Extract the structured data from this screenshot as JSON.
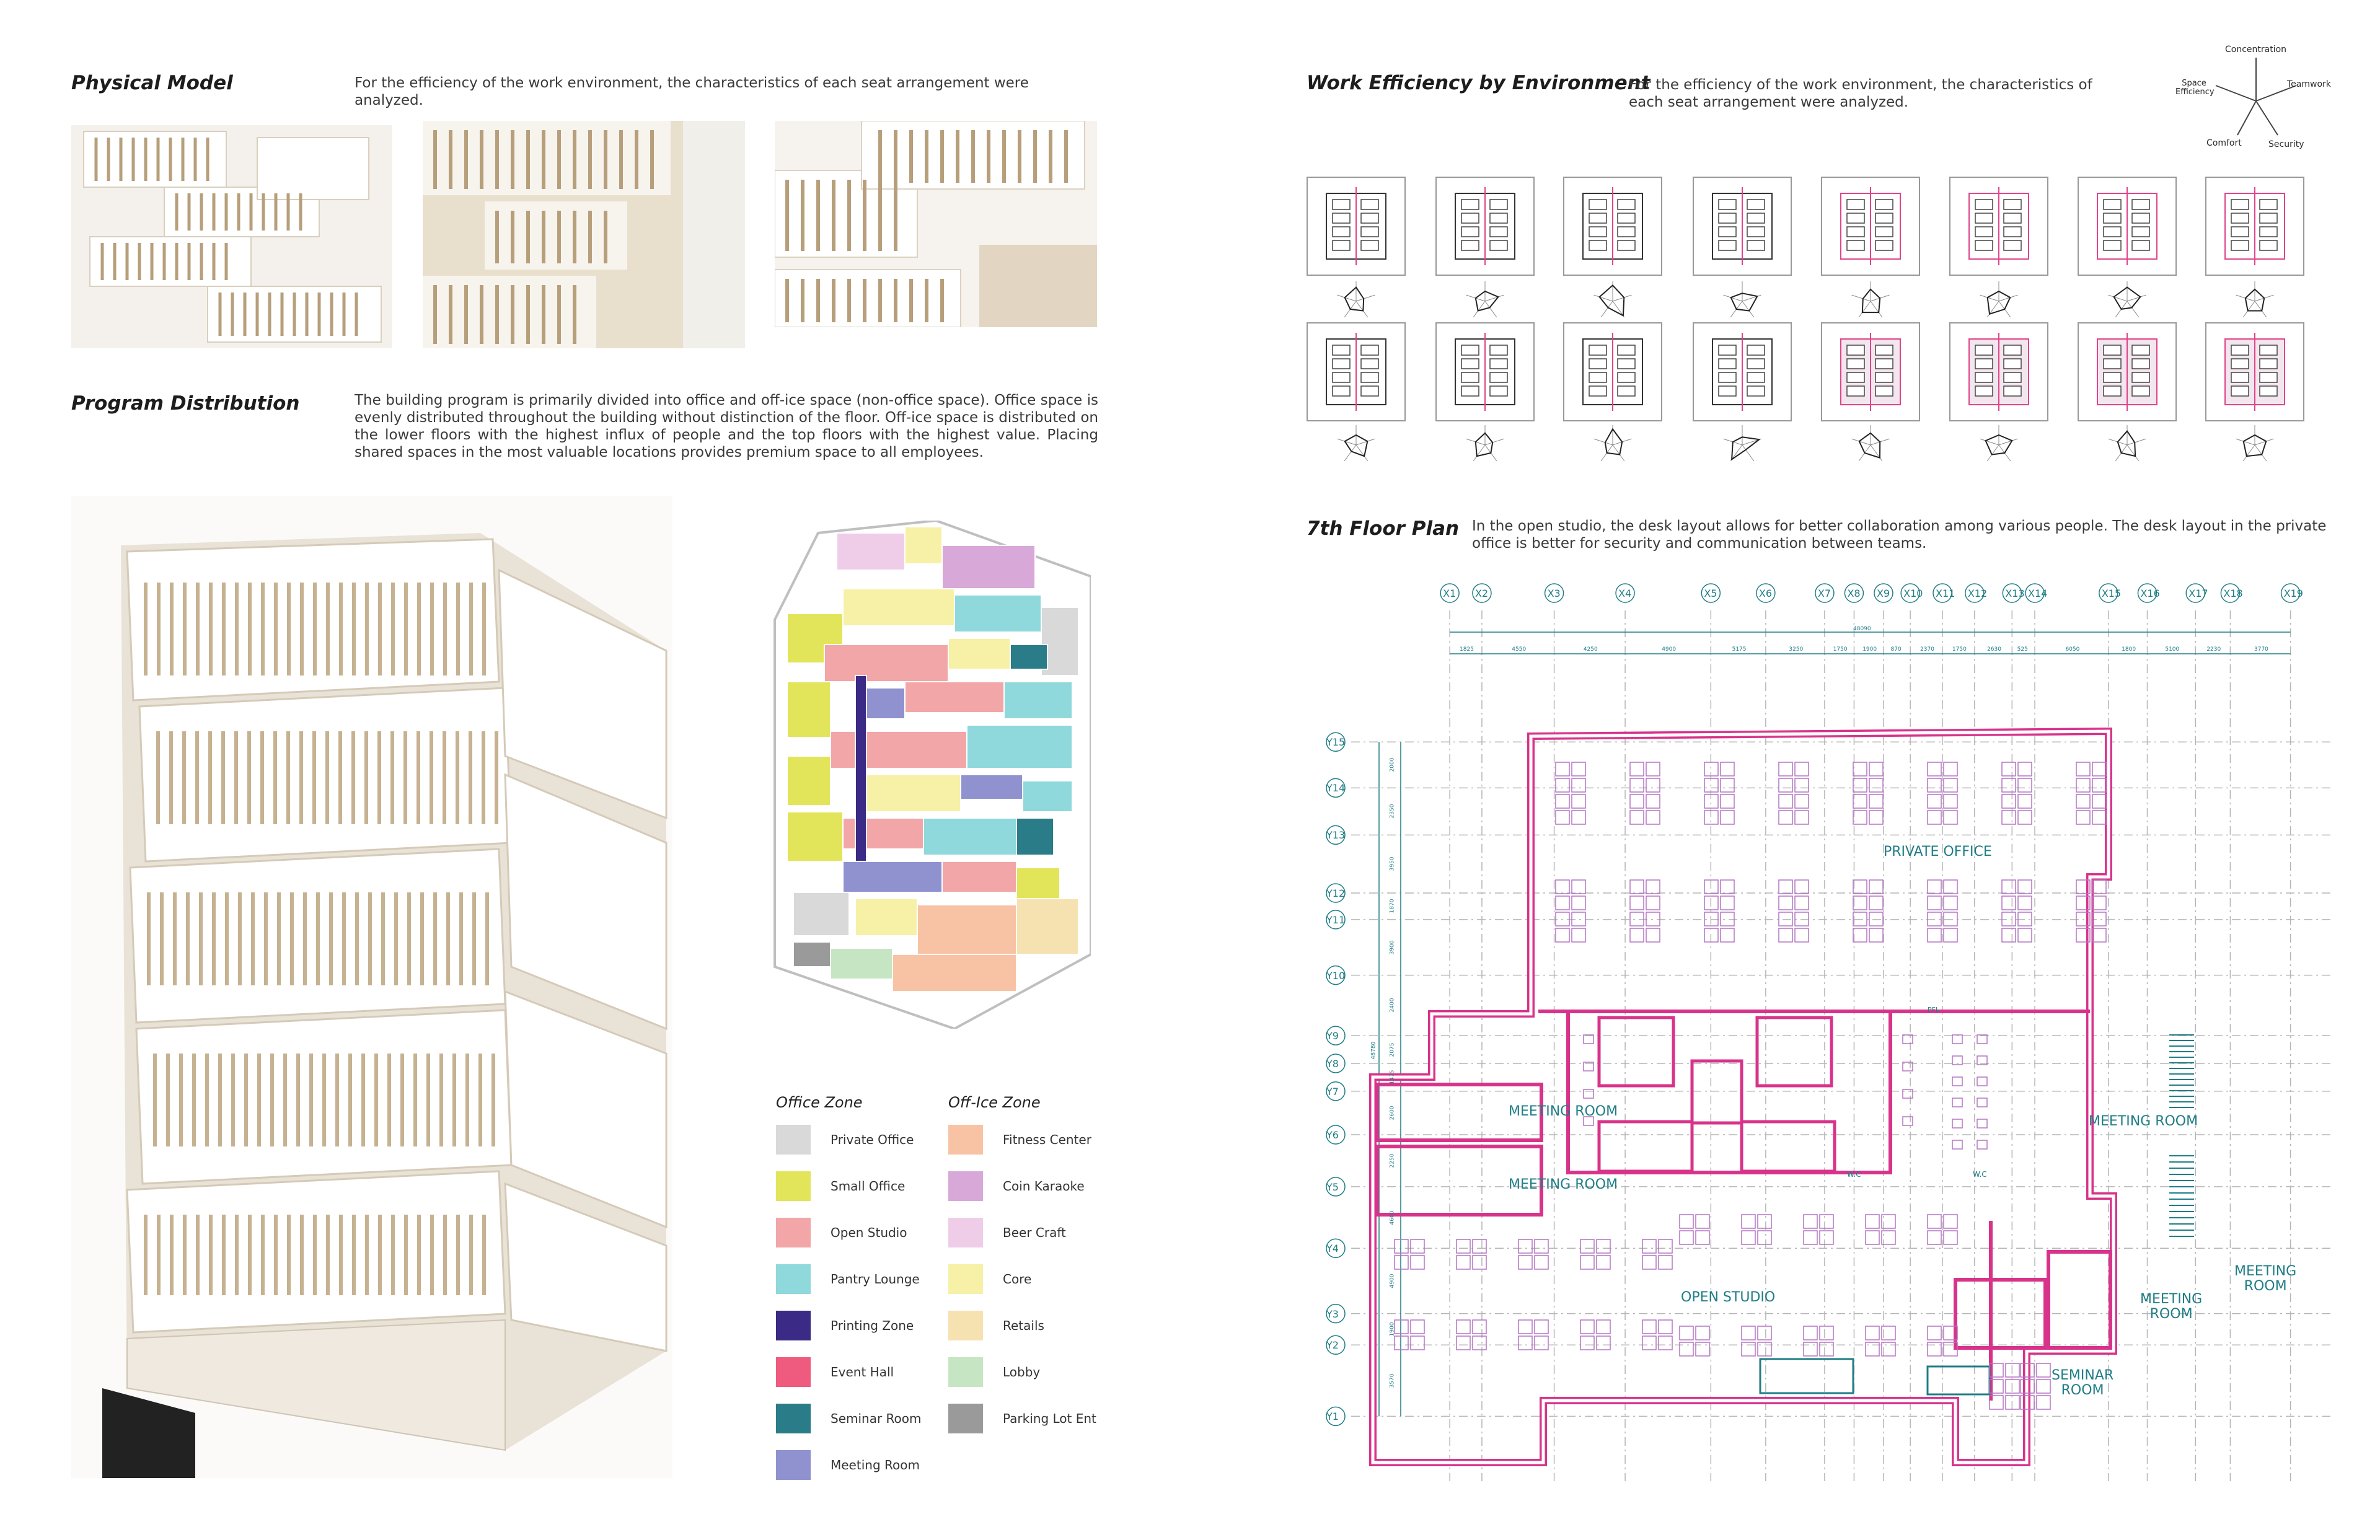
{
  "left": {
    "physical_model": {
      "title": "Physical Model",
      "text": "For the efficiency of the work environment, the characteristics of each seat arrangement were analyzed."
    },
    "program": {
      "title": "Program Distribution",
      "text": "The building program is primarily divided into office and off-ice space (non-office space). Office space is evenly distributed throughout the building without distinction of the floor. Off-ice space is distributed on the lower floors with the highest influx of people and the top floors with the highest value. Placing shared spaces in the most valuable locations provides premium space to all employees."
    },
    "legend": {
      "office_title": "Office Zone",
      "officeice_title": "Off-Ice Zone",
      "office": [
        {
          "label": "Private Office",
          "color": "#d9d9d9"
        },
        {
          "label": "Small Office",
          "color": "#e2e55a"
        },
        {
          "label": "Open Studio",
          "color": "#f2a6a8"
        },
        {
          "label": "Pantry Lounge",
          "color": "#8fd8dc"
        },
        {
          "label": "Printing Zone",
          "color": "#3b2b86"
        },
        {
          "label": "Event Hall",
          "color": "#ee5b7f"
        },
        {
          "label": "Seminar Room",
          "color": "#2a7d88"
        },
        {
          "label": "Meeting Room",
          "color": "#8f92cf"
        }
      ],
      "office_zone": [
        {
          "label": "Fitness Center",
          "color": "#f8c3a4"
        },
        {
          "label": "Coin Karaoke",
          "color": "#d8a8d8"
        },
        {
          "label": "Beer Craft",
          "color": "#efcde9"
        },
        {
          "label": "Core",
          "color": "#f6f1a7"
        },
        {
          "label": "Retails",
          "color": "#f6e2b1"
        },
        {
          "label": "Lobby",
          "color": "#c6e6c3"
        },
        {
          "label": "Parking Lot Ent",
          "color": "#9a9a9a"
        }
      ]
    }
  },
  "right": {
    "work_efficiency": {
      "title": "Work Efficiency by Environment",
      "text": "For the efficiency of the work environment, the characteristics of each seat arrangement were analyzed.",
      "radar_labels": {
        "top": "Concentration",
        "right": "Teamwork",
        "left": "Space Efficiency",
        "bottom_left": "Comfort",
        "bottom_right": "Security"
      }
    },
    "floor_plan": {
      "title": "7th Floor Plan",
      "text": "In the open studio, the desk layout allows for better collaboration among various people. The desk layout in the private office is better for security and communication between teams.",
      "rooms": {
        "private_office": "PRIVATE OFFICE",
        "meeting_room_1": "MEETING ROOM",
        "meeting_room_2": "MEETING ROOM",
        "meeting_room_3": "MEETING ROOM",
        "meeting_room_4a": "MEETING",
        "meeting_room_4b": "ROOM",
        "meeting_room_5a": "MEETING",
        "meeting_room_5b": "ROOM",
        "open_studio": "OPEN STUDIO",
        "seminar_a": "SEMINAR",
        "seminar_b": "ROOM",
        "wc1": "W.C",
        "wc2": "W.C",
        "pfl": "PFL"
      },
      "x_axes": [
        "X1",
        "X2",
        "X3",
        "X4",
        "X5",
        "X6",
        "X7",
        "X8",
        "X9",
        "X10",
        "X11",
        "X12",
        "X13",
        "X14",
        "X15",
        "X16",
        "X17",
        "X18",
        "X19"
      ],
      "y_axes": [
        "Y15",
        "Y14",
        "Y13",
        "Y12",
        "Y11",
        "Y10",
        "Y9",
        "Y8",
        "Y7",
        "Y6",
        "Y5",
        "Y4",
        "Y3",
        "Y2",
        "Y1"
      ],
      "total_dim": "48090",
      "x_dims": [
        "1825",
        "4550",
        "4250",
        "4900",
        "5175",
        "3250",
        "1750",
        "1900",
        "870",
        "2370",
        "1750",
        "2630",
        "525",
        "6050",
        "1800",
        "5100",
        "2230",
        "3770"
      ],
      "y_dims": [
        "2000",
        "2350",
        "3950",
        "1870",
        "3900",
        "2400",
        "2075",
        "1475",
        "2600",
        "2250",
        "4600",
        "4900",
        "1900",
        "3570"
      ],
      "y_total": "48780"
    }
  }
}
